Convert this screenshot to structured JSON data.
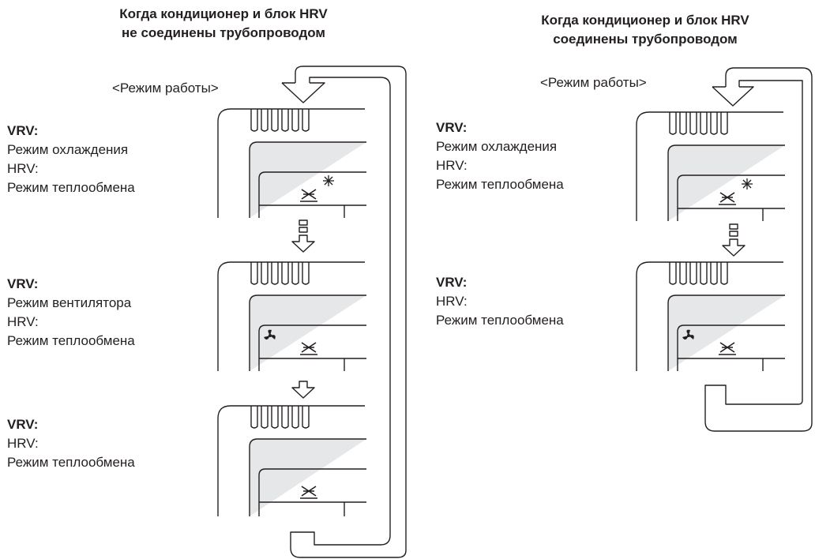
{
  "left_panel": {
    "title_line1": "Когда кондиционер и блок HRV",
    "title_line2": "не соединены трубопроводом",
    "mode_header": "<Режим работы>",
    "steps": [
      {
        "vrv_label": "VRV:",
        "vrv_mode": "Режим охлаждения",
        "hrv_label": "HRV:",
        "hrv_mode": "Режим теплообмена",
        "display_icon": "snowflake-cool-icon"
      },
      {
        "vrv_label": "VRV:",
        "vrv_mode": "Режим вентилятора",
        "hrv_label": "HRV:",
        "hrv_mode": "Режим теплообмена",
        "display_icon": "fan-icon"
      },
      {
        "vrv_label": "VRV:",
        "vrv_mode": "",
        "hrv_label": "HRV:",
        "hrv_mode": "Режим теплообмена",
        "display_icon": "none"
      }
    ]
  },
  "right_panel": {
    "title_line1": "Когда кондиционер и блок HRV",
    "title_line2": "соединены трубопроводом",
    "mode_header": "<Режим работы>",
    "steps": [
      {
        "vrv_label": "VRV:",
        "vrv_mode": "Режим охлаждения",
        "hrv_label": "HRV:",
        "hrv_mode": "Режим теплообмена",
        "display_icon": "snowflake-cool-icon"
      },
      {
        "vrv_label": "VRV:",
        "vrv_mode": "",
        "hrv_label": "HRV:",
        "hrv_mode": "Режим теплообмена",
        "display_icon": "fan-icon"
      }
    ]
  },
  "colors": {
    "line": "#231f20",
    "panel_fill": "#e6e7e8",
    "background": "#ffffff"
  }
}
